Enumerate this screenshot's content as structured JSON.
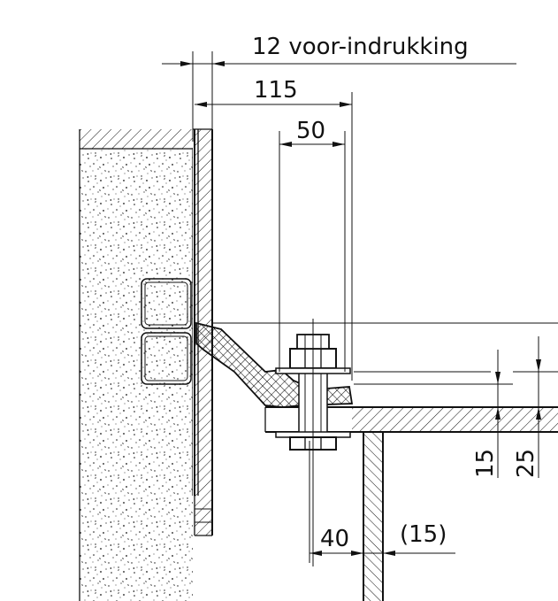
{
  "drawing": {
    "dimensions": {
      "preload": "12 voor-indrukking",
      "width_115": "115",
      "width_50": "50",
      "height_15": "15",
      "height_25": "25",
      "offset_40": "40",
      "offset_15": "(15)"
    },
    "colors": {
      "line": "#111111",
      "background": "#ffffff"
    }
  }
}
